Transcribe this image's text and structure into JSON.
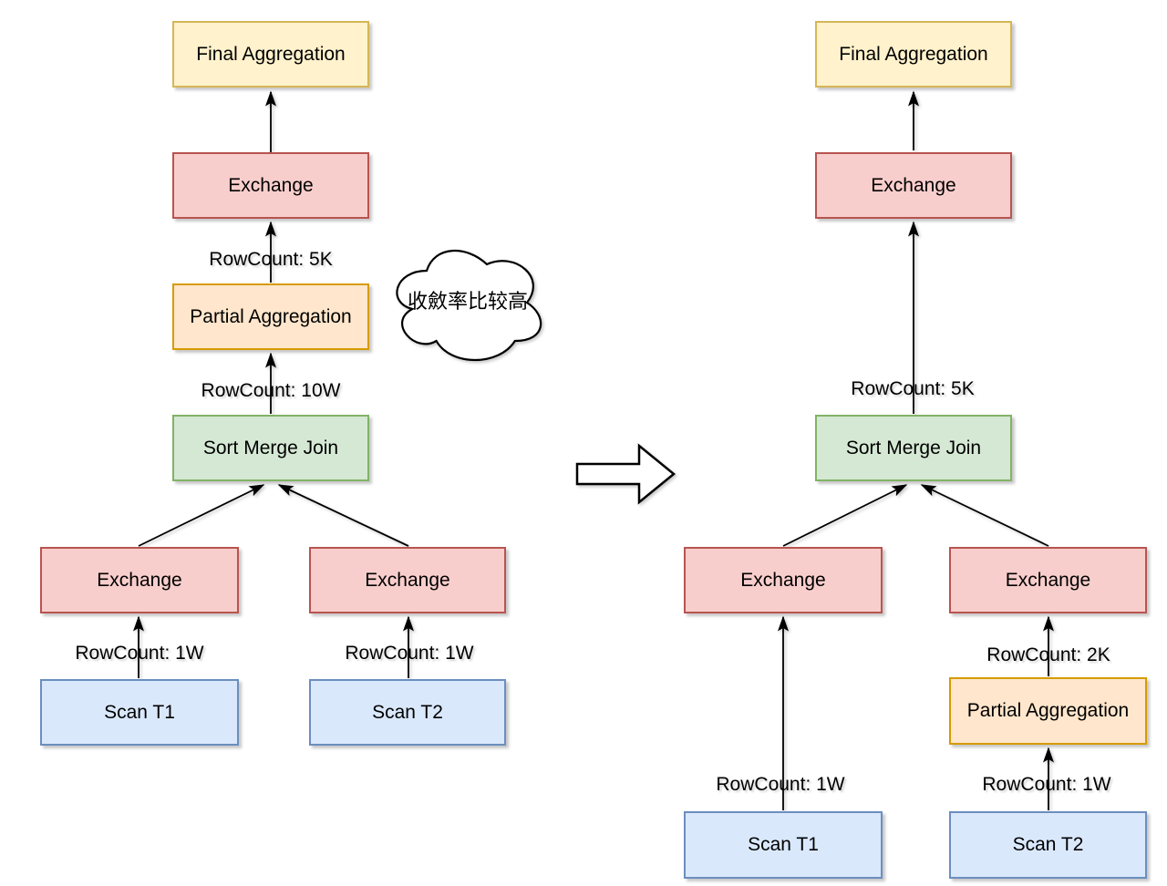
{
  "palette": {
    "yellow_fill": "#FFF2CC",
    "yellow_border": "#D6B656",
    "red_fill": "#F8CECC",
    "red_border": "#B85450",
    "orange_fill": "#FFE6CC",
    "orange_border": "#D79B00",
    "green_fill": "#D5E8D4",
    "green_border": "#82B366",
    "blue_fill": "#DAE8FC",
    "blue_border": "#6C8EBF",
    "edge_color": "#000000",
    "background": "#FFFFFF"
  },
  "left_tree": {
    "nodes": [
      {
        "label": "Final Aggregation"
      },
      {
        "label": "Exchange"
      },
      {
        "label": "Partial Aggregation"
      },
      {
        "label": "Sort Merge Join"
      },
      {
        "label": "Exchange"
      },
      {
        "label": "Exchange"
      },
      {
        "label": "Scan T1"
      },
      {
        "label": "Scan T2"
      }
    ],
    "edge_labels": [
      {
        "text": "RowCount: 5K"
      },
      {
        "text": "RowCount: 10W"
      },
      {
        "text": "RowCount: 1W"
      },
      {
        "text": "RowCount: 1W"
      }
    ]
  },
  "right_tree": {
    "nodes": [
      {
        "label": "Final Aggregation"
      },
      {
        "label": "Exchange"
      },
      {
        "label": "Sort Merge Join"
      },
      {
        "label": "Exchange"
      },
      {
        "label": "Exchange"
      },
      {
        "label": "Partial Aggregation"
      },
      {
        "label": "Scan T1"
      },
      {
        "label": "Scan T2"
      }
    ],
    "edge_labels": [
      {
        "text": "RowCount: 5K"
      },
      {
        "text": "RowCount: 1W"
      },
      {
        "text": "RowCount: 2K"
      },
      {
        "text": "RowCount: 1W"
      }
    ]
  },
  "annotation": {
    "cloud_text": "收斂率比较高"
  },
  "transform_arrow": {
    "direction": "right"
  }
}
